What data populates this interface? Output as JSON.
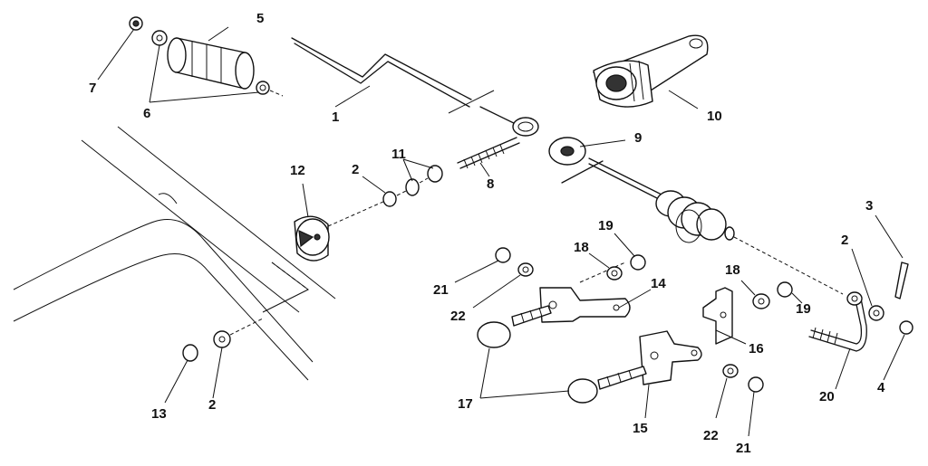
{
  "callouts": [
    {
      "id": "c1",
      "text": "1"
    },
    {
      "id": "c2a",
      "text": "2"
    },
    {
      "id": "c2b",
      "text": "2"
    },
    {
      "id": "c2c",
      "text": "2"
    },
    {
      "id": "c3",
      "text": "3"
    },
    {
      "id": "c4",
      "text": "4"
    },
    {
      "id": "c5",
      "text": "5"
    },
    {
      "id": "c6",
      "text": "6"
    },
    {
      "id": "c7",
      "text": "7"
    },
    {
      "id": "c8",
      "text": "8"
    },
    {
      "id": "c9",
      "text": "9"
    },
    {
      "id": "c10",
      "text": "10"
    },
    {
      "id": "c11",
      "text": "11"
    },
    {
      "id": "c12",
      "text": "12"
    },
    {
      "id": "c13",
      "text": "13"
    },
    {
      "id": "c14",
      "text": "14"
    },
    {
      "id": "c15",
      "text": "15"
    },
    {
      "id": "c16",
      "text": "16"
    },
    {
      "id": "c17",
      "text": "17"
    },
    {
      "id": "c18a",
      "text": "18"
    },
    {
      "id": "c18b",
      "text": "18"
    },
    {
      "id": "c19a",
      "text": "19"
    },
    {
      "id": "c19b",
      "text": "19"
    },
    {
      "id": "c20",
      "text": "20"
    },
    {
      "id": "c21a",
      "text": "21"
    },
    {
      "id": "c21b",
      "text": "21"
    },
    {
      "id": "c22a",
      "text": "22"
    },
    {
      "id": "c22b",
      "text": "22"
    }
  ]
}
